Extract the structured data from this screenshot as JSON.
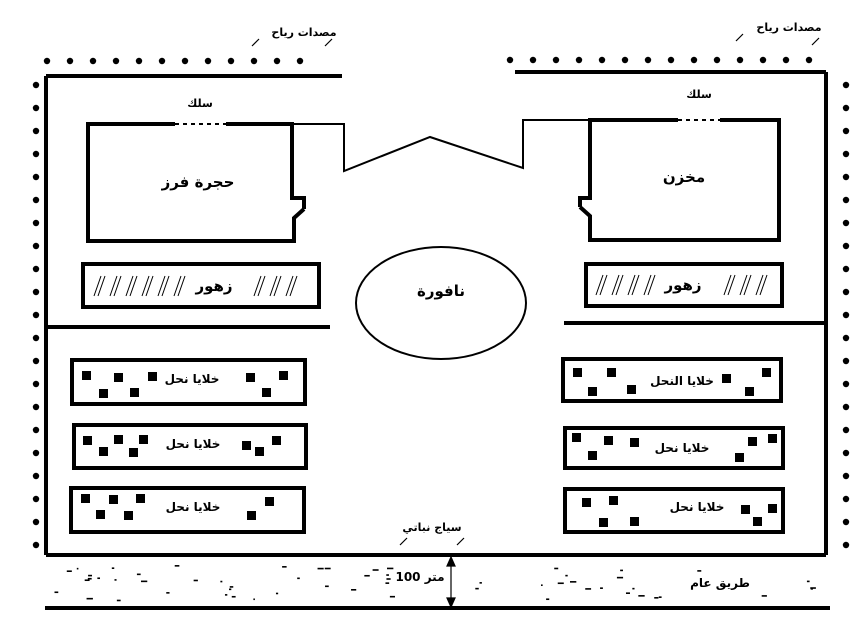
{
  "labels": {
    "windbreak_left": "مصدات رياح",
    "windbreak_right": "مصدات رياح",
    "wire_left": "سلك",
    "wire_right": "سلك",
    "sorting_room": "حجرة فرز",
    "store": "مخزن",
    "flowers_left": "زهور",
    "flowers_right": "زهور",
    "fountain": "نافورة",
    "hive_l1": "خلايا نحل",
    "hive_l2": "خلايا نحل",
    "hive_l3": "خلايا نحل",
    "hive_r1": "خلايا النحل",
    "hive_r2": "خلايا نحل",
    "hive_r3": "خلايا نحل",
    "living_fence": "سياج نباتي",
    "distance": "100 متر",
    "public_road": "طريق عام"
  },
  "colors": {
    "ink": "#000000",
    "background": "#ffffff"
  }
}
